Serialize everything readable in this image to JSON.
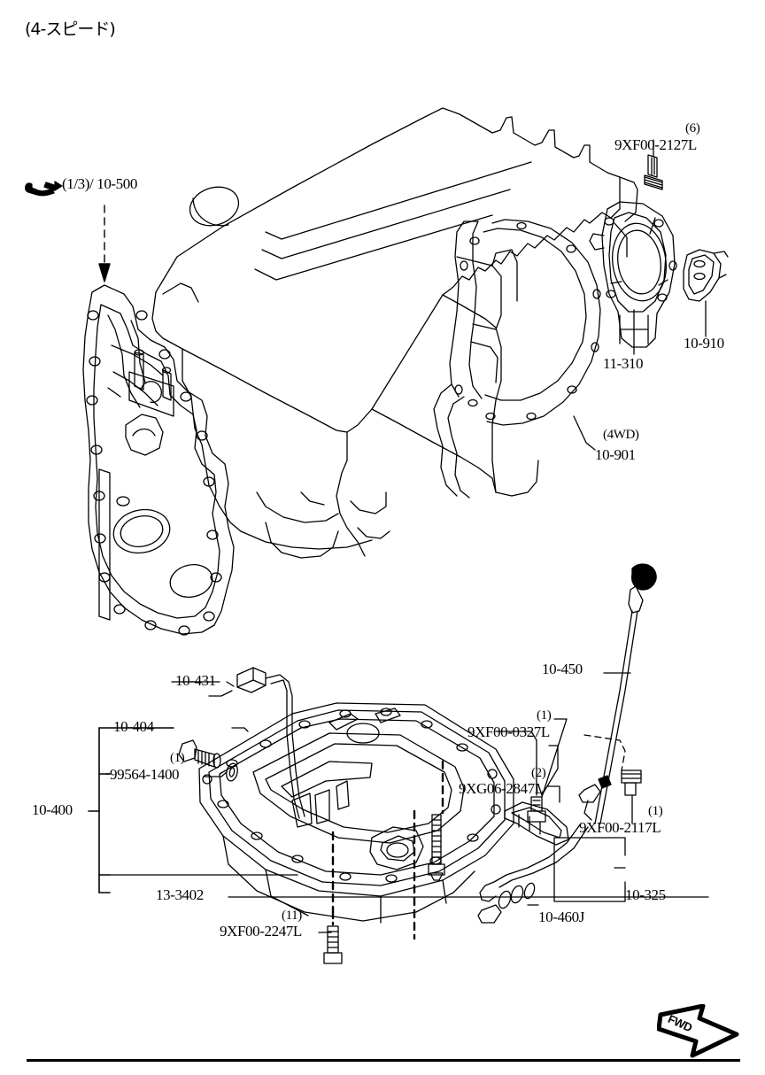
{
  "page": {
    "title": "(4-スピード)",
    "section_ref": "(1/3)/ 10-500",
    "orientation_marker": "FWD"
  },
  "icons": {
    "pointer_hand": "pointing-hand-icon",
    "fwd_arrow": "fwd-arrow-icon"
  },
  "callouts": [
    {
      "id": "ref-10-500",
      "part": "(1/3)/ 10-500",
      "qty": "",
      "note": ""
    },
    {
      "id": "p-9XF00-2127L",
      "part": "9XF00-2127L",
      "qty": "(6)",
      "note": ""
    },
    {
      "id": "p-10-910",
      "part": "10-910",
      "qty": "",
      "note": ""
    },
    {
      "id": "p-11-310",
      "part": "11-310",
      "qty": "",
      "note": ""
    },
    {
      "id": "p-10-901",
      "part": "10-901",
      "qty": "",
      "note": "(4WD)"
    },
    {
      "id": "p-10-450",
      "part": "10-450",
      "qty": "",
      "note": ""
    },
    {
      "id": "p-10-431",
      "part": "10-431",
      "qty": "",
      "note": ""
    },
    {
      "id": "p-10-404",
      "part": "10-404",
      "qty": "",
      "note": ""
    },
    {
      "id": "p-99564-1400",
      "part": "99564-1400",
      "qty": "(1)",
      "note": ""
    },
    {
      "id": "p-10-400",
      "part": "10-400",
      "qty": "",
      "note": ""
    },
    {
      "id": "p-13-3402",
      "part": "13-3402",
      "qty": "",
      "note": ""
    },
    {
      "id": "p-9XF00-2247L",
      "part": "9XF00-2247L",
      "qty": "(11)",
      "note": ""
    },
    {
      "id": "p-9XF00-0327L",
      "part": "9XF00-0327L",
      "qty": "(1)",
      "note": ""
    },
    {
      "id": "p-9XG06-2847L",
      "part": "9XG06-2847L",
      "qty": "(2)",
      "note": ""
    },
    {
      "id": "p-9XF00-2117L",
      "part": "9XF00-2117L",
      "qty": "(1)",
      "note": ""
    },
    {
      "id": "p-10-325",
      "part": "10-325",
      "qty": "",
      "note": ""
    },
    {
      "id": "p-10-460J",
      "part": "10-460J",
      "qty": "",
      "note": ""
    }
  ],
  "labels": {
    "ref_10_500": "(1/3)/ 10-500",
    "b_2127L": "9XF00-2127L",
    "b_2127L_qty": "(6)",
    "p_10_910": "10-910",
    "p_11_310": "11-310",
    "p_10_901": "10-901",
    "n_4wd": "(4WD)",
    "p_10_450": "10-450",
    "p_10_431": "10-431",
    "p_10_404": "10-404",
    "p_99564_1400": "99564-1400",
    "q_99564_1400": "(1)",
    "p_10_400": "10-400",
    "p_13_3402": "13-3402",
    "b_2247L": "9XF00-2247L",
    "b_2247L_qty": "(11)",
    "b_0327L": "9XF00-0327L",
    "b_0327L_qty": "(1)",
    "b_2847L": "9XG06-2847L",
    "b_2847L_qty": "(2)",
    "b_2117L": "9XF00-2117L",
    "b_2117L_qty": "(1)",
    "p_10_325": "10-325",
    "p_10_460J": "10-460J",
    "fwd": "FWD"
  }
}
